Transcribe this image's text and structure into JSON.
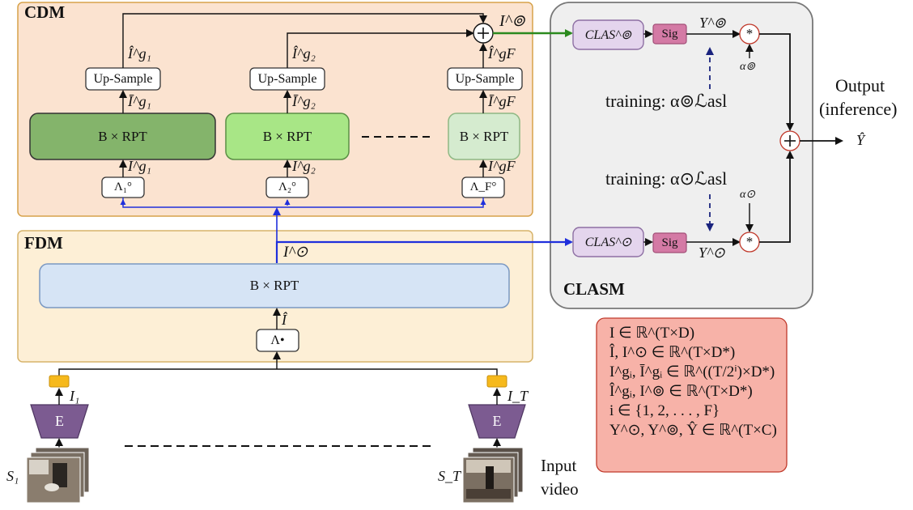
{
  "modules": {
    "cdm": "CDM",
    "fdm": "FDM",
    "clasm": "CLASM"
  },
  "blocks": {
    "rpt": "B × RPT",
    "upsample": "Up-Sample",
    "sig": "Sig",
    "encoder": "E"
  },
  "cdm": {
    "lambda_1": "Λ₁°",
    "lambda_2": "Λ₂°",
    "lambda_F": "Λ_F°",
    "i_g1": "I^g₁",
    "i_g2": "I^g₂",
    "i_gF": "I^gF",
    "ibar_g1": "Ī^g₁",
    "ibar_g2": "Ī^g₂",
    "ibar_gF": "Ī^gF",
    "ihat_g1": "Î^g₁",
    "ihat_g2": "Î^g₂",
    "ihat_gF": "Î^gF",
    "i_circledcirc": "I^⊚"
  },
  "fdm": {
    "lambda_bullet": "Λ•",
    "i_hat": "Î",
    "i_odot": "I^⊙"
  },
  "clasm": {
    "clas_top": "CLAS^⊚",
    "clas_bottom": "CLAS^⊙",
    "y_top": "Y^⊚",
    "y_bottom": "Y^⊙",
    "alpha_top": "α⊚",
    "alpha_bottom": "α⊙",
    "training_top": "training: α⊚ℒasl",
    "training_bottom": "training: α⊙ℒasl",
    "mul_symbol": "*",
    "plus_symbol": "+"
  },
  "output": {
    "label_line1": "Output",
    "label_line2": "(inference)",
    "y_hat": "Ŷ"
  },
  "input": {
    "s1": "S₁",
    "sT": "S_T",
    "i1": "I₁",
    "iT": "I_T",
    "label_line1": "Input",
    "label_line2": "video"
  },
  "legend": {
    "line1": "I ∈ ℝ^(T×D)",
    "line2": "Î, I^⊙ ∈ ℝ^(T×D*)",
    "line3": "I^gᵢ, Ī^gᵢ ∈ ℝ^((T/2ⁱ)×D*)",
    "line4": "Î^gᵢ, I^⊚ ∈ ℝ^(T×D*)",
    "line5": "i ∈ {1, 2, . . . , F}",
    "line6": "Y^⊙, Y^⊚, Ŷ ∈ ℝ^(T×C)"
  },
  "colors": {
    "cdm_bg": "#fbe3d0",
    "cdm_border": "#d7a24a",
    "fdm_bg": "#fdefd6",
    "fdm_border": "#d7b36a",
    "clasm_bg": "#efefef",
    "clasm_border": "#777777",
    "rpt_dark": "#84b46b",
    "rpt_mid": "#a8e686",
    "rpt_light": "#d5ebcf",
    "rpt_fdm": "#d6e4f5",
    "clas_box": "#e4d5ed",
    "sig_box": "#d47aa5",
    "encoder": "#7c5b91",
    "token": "#f6b91c",
    "legend_bg": "#f7b2a8",
    "blue_arrow": "#1f2fdc",
    "green_arrow": "#2b8a1e",
    "dashed_blue": "#1a237e"
  }
}
